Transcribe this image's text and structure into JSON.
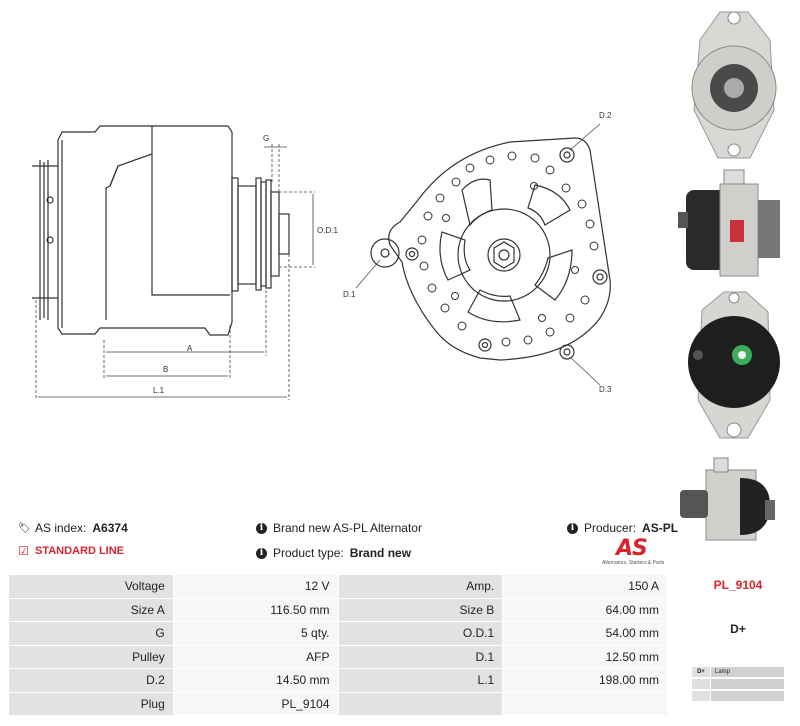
{
  "info": {
    "as_index_label": "AS index:",
    "as_index_value": "A6374",
    "line_label": "STANDARD LINE",
    "description": "Brand new AS-PL Alternator",
    "product_type_label": "Product type:",
    "product_type_value": "Brand new",
    "producer_label": "Producer:",
    "producer_value": "AS-PL"
  },
  "logo": {
    "mark": "AS",
    "tagline": "Alternators, Starters & Parts"
  },
  "dimension_labels": {
    "g": "G",
    "od1": "O.D.1",
    "a": "A",
    "b": "B",
    "l1": "L.1",
    "d1": "D.1",
    "d2": "D.2",
    "d3": "D.3"
  },
  "specs": [
    [
      "Voltage",
      "12 V",
      "Amp.",
      "150 A"
    ],
    [
      "Size A",
      "116.50 mm",
      "Size B",
      "64.00 mm"
    ],
    [
      "G",
      "5 qty.",
      "O.D.1",
      "54.00 mm"
    ],
    [
      "Pulley",
      "AFP",
      "D.1",
      "12.50 mm"
    ],
    [
      "D.2",
      "14.50 mm",
      "L.1",
      "198.00 mm"
    ],
    [
      "Plug",
      "PL_9104",
      "",
      ""
    ]
  ],
  "plug": {
    "code": "PL_9104",
    "pin": "D+",
    "pins": [
      {
        "code": "D+",
        "value": "Lamp"
      },
      {
        "code": "",
        "value": ""
      },
      {
        "code": "",
        "value": ""
      }
    ]
  },
  "colors": {
    "accent": "#d9232e",
    "label_cell": "#e2e2e2",
    "value_cell": "#f7f7f7"
  }
}
